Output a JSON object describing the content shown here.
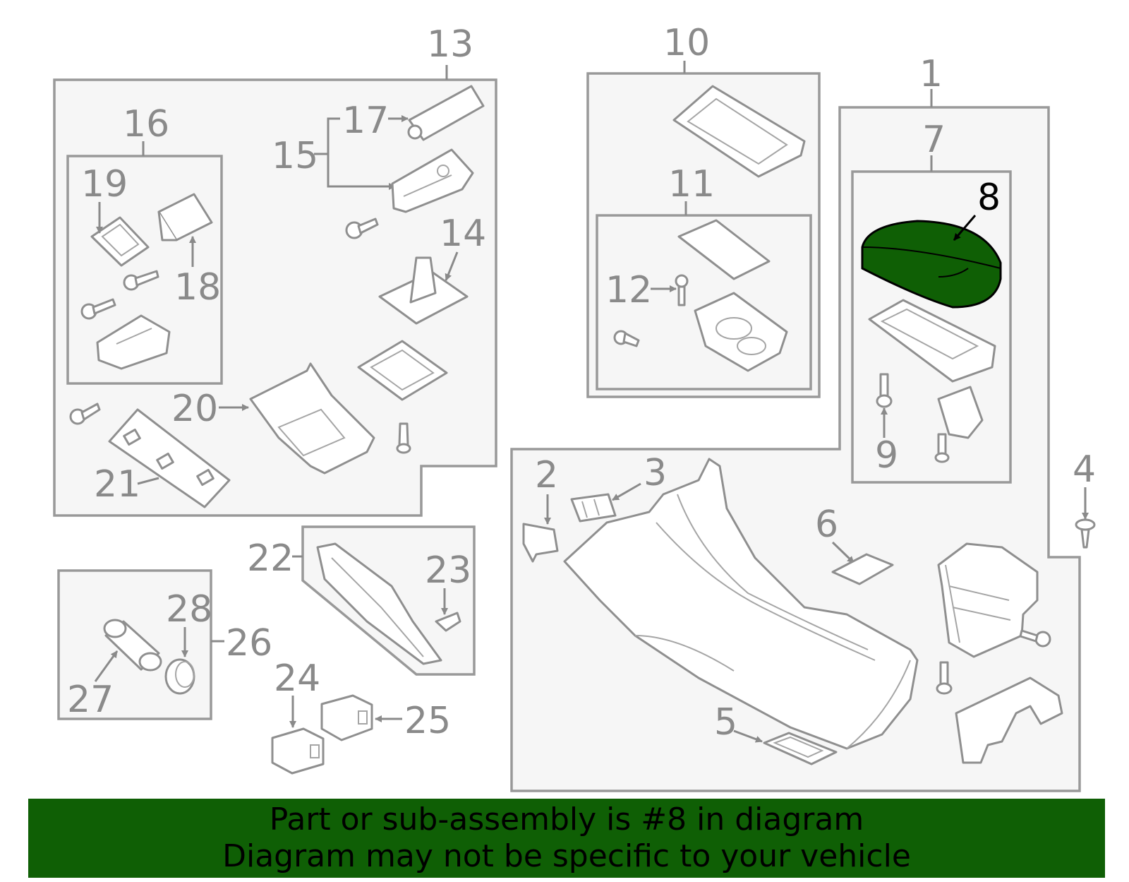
{
  "highlight_color": "#0f5f05",
  "banner": {
    "line1": "Part or sub-assembly is #8 in diagram",
    "line2": "Diagram may not be specific to your vehicle"
  },
  "callouts": {
    "c1": "1",
    "c2": "2",
    "c3": "3",
    "c4": "4",
    "c5": "5",
    "c6": "6",
    "c7": "7",
    "c8": "8",
    "c9": "9",
    "c10": "10",
    "c11": "11",
    "c12": "12",
    "c13": "13",
    "c14": "14",
    "c15": "15",
    "c16": "16",
    "c17": "17",
    "c18": "18",
    "c19": "19",
    "c20": "20",
    "c21": "21",
    "c22": "22",
    "c23": "23",
    "c24": "24",
    "c25": "25",
    "c26": "26",
    "c27": "27",
    "c28": "28"
  }
}
